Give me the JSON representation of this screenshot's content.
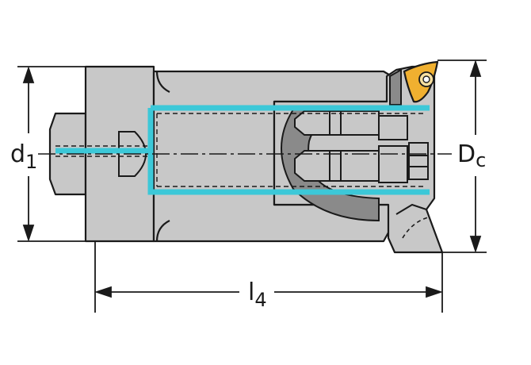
{
  "labels": {
    "d1_main": "d",
    "d1_sub": "1",
    "dc_main": "D",
    "dc_sub": "c",
    "l4_main": "l",
    "l4_sub": "4"
  },
  "colors": {
    "body": "#c8c8c8",
    "outline": "#1a1a1a",
    "dark_part": "#8a8a8a",
    "coolant": "#3cc8d8",
    "insert": "#f0b030"
  }
}
